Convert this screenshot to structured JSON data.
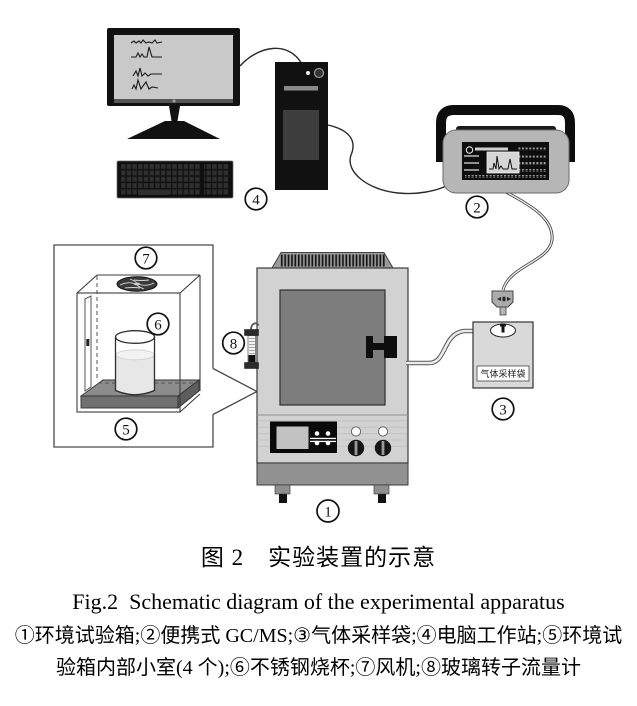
{
  "figure": {
    "caption_zh": "图 2　实验装置的示意",
    "caption_en": "Fig.2  Schematic diagram of the experimental apparatus",
    "legend_line1": "①环境试验箱;②便携式 GC/MS;③气体采样袋;④电脑工作站;⑤环境试",
    "legend_line2": "验箱内部小室(4 个);⑥不锈钢烧杯;⑦风机;⑧玻璃转子流量计"
  },
  "diagram": {
    "gas_bag_label": "气体采样袋",
    "callouts": {
      "c1": "1",
      "c2": "2",
      "c3": "3",
      "c4": "4",
      "c5": "5",
      "c6": "6",
      "c7": "7",
      "c8": "8"
    },
    "components": {
      "c1": "environmental-test-chamber",
      "c2": "portable-gcms",
      "c3": "gas-sampling-bag",
      "c4": "computer-workstation",
      "c5": "inner-chamber-of-test-chamber",
      "c6": "stainless-steel-beaker",
      "c7": "fan",
      "c8": "glass-rotameter"
    },
    "colors": {
      "line": "#1a1a1a",
      "chamber_body": "#d2d2d2",
      "chamber_door": "#7d7d7d",
      "gcms_body": "#b6b6b6",
      "bag_fill": "#d9d9d9",
      "screen_fill": "#c9c9c9"
    }
  }
}
